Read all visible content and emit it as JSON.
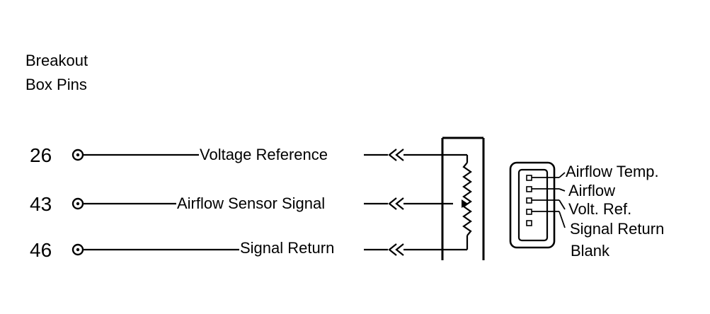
{
  "title": {
    "line1": "Breakout",
    "line2": "Box Pins"
  },
  "circuits": [
    {
      "pin": "26",
      "signal": "Voltage Reference"
    },
    {
      "pin": "43",
      "signal": "Airflow Sensor Signal"
    },
    {
      "pin": "46",
      "signal": "Signal Return"
    }
  ],
  "connector": {
    "labels": [
      "Airflow Temp.",
      "Airflow",
      "Volt. Ref.",
      "Signal Return",
      "Blank"
    ]
  }
}
